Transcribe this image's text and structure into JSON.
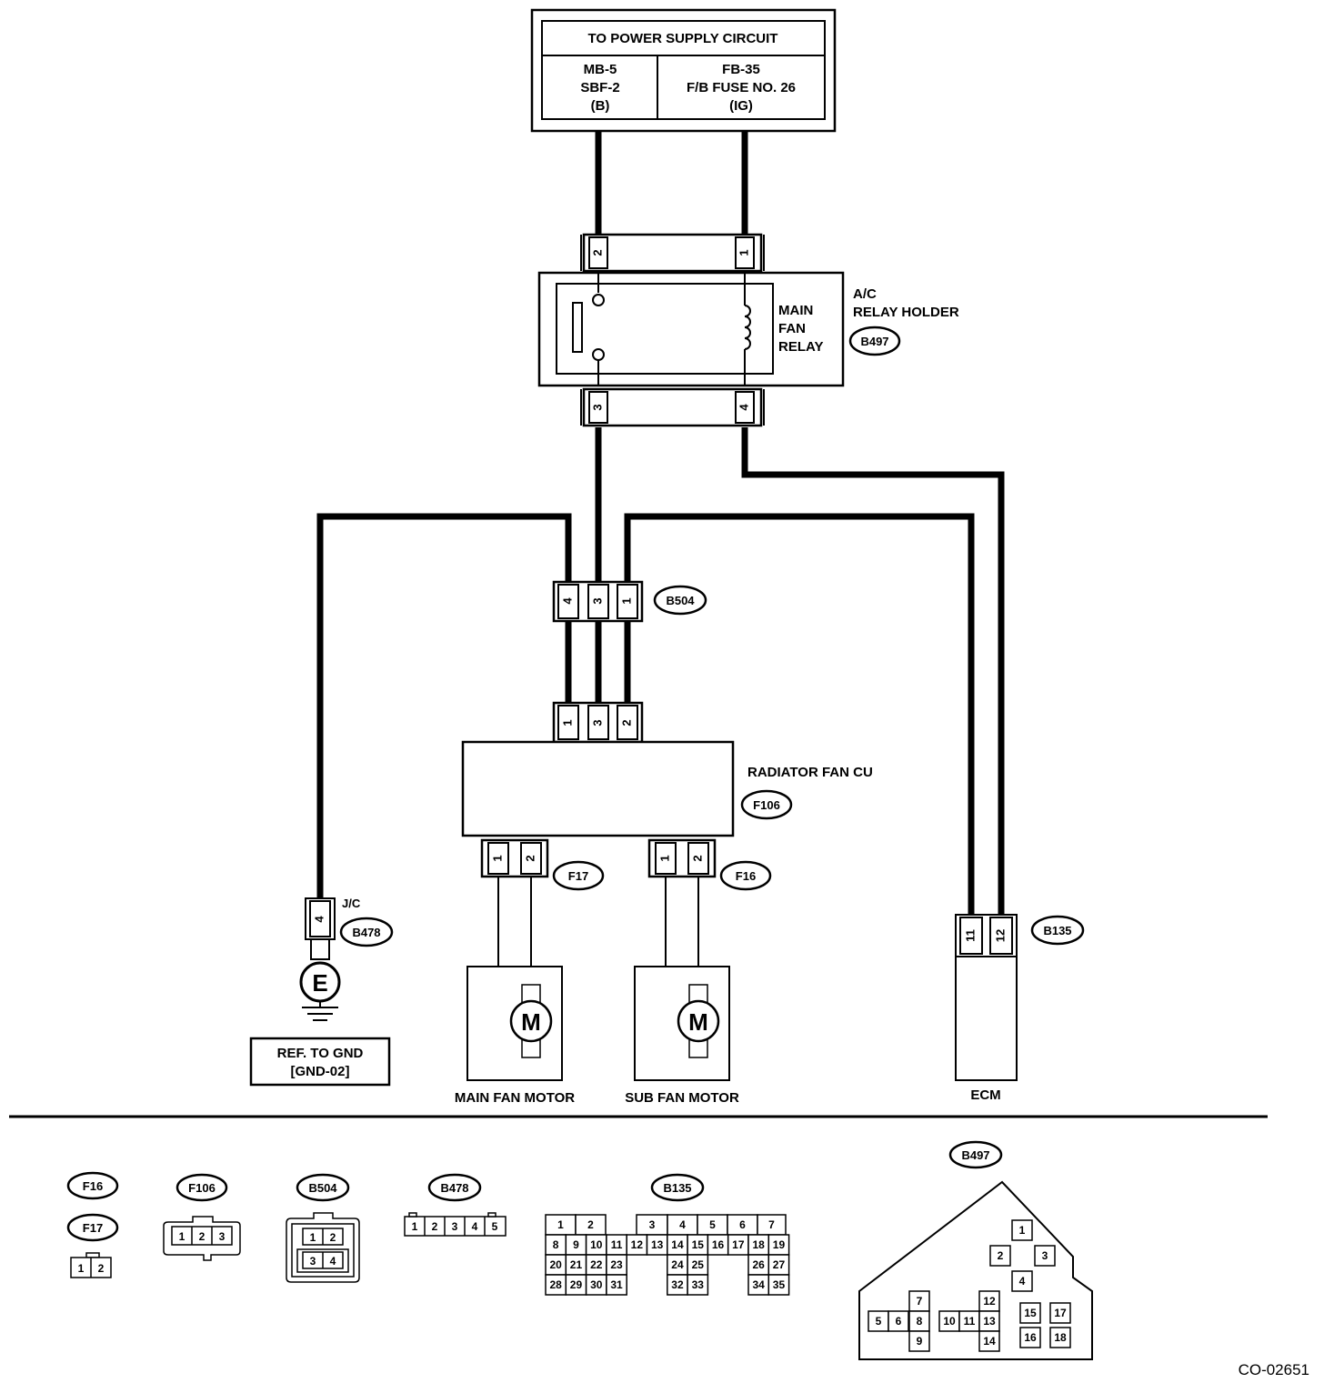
{
  "power_supply": {
    "title": "TO POWER SUPPLY CIRCUIT",
    "left": [
      "MB-5",
      "SBF-2",
      "(B)"
    ],
    "right": [
      "FB-35",
      "F/B FUSE NO. 26",
      "(IG)"
    ]
  },
  "relay": {
    "name": [
      "MAIN",
      "FAN",
      "RELAY"
    ],
    "holder": [
      "A/C",
      "RELAY HOLDER"
    ],
    "connector": "B497",
    "pins_top": [
      "2",
      "1"
    ],
    "pins_bottom": [
      "3",
      "4"
    ]
  },
  "b504": {
    "label": "B504",
    "pins": [
      "4",
      "3",
      "1"
    ]
  },
  "radiator_fan_cu": {
    "label": "RADIATOR FAN CU",
    "connector": "F106",
    "pins": [
      "1",
      "3",
      "2"
    ]
  },
  "f17": {
    "label": "F17",
    "pins": [
      "1",
      "2"
    ]
  },
  "f16": {
    "label": "F16",
    "pins": [
      "1",
      "2"
    ]
  },
  "jc": {
    "label": "J/C",
    "connector": "B478",
    "pin": "4"
  },
  "ground": {
    "symbol": "E",
    "ref": [
      "REF. TO GND",
      "[GND-02]"
    ]
  },
  "main_fan_motor": {
    "label": "MAIN FAN MOTOR",
    "symbol": "M"
  },
  "sub_fan_motor": {
    "label": "SUB FAN MOTOR",
    "symbol": "M"
  },
  "ecm": {
    "label": "ECM",
    "connector": "B135",
    "pins": [
      "11",
      "12"
    ]
  },
  "legend": {
    "f16": "F16",
    "f17": "F17",
    "f17_pins": [
      "1",
      "2"
    ],
    "f106": "F106",
    "f106_pins": [
      "1",
      "2",
      "3"
    ],
    "b504": "B504",
    "b504_pins": [
      "1",
      "2",
      "3",
      "4"
    ],
    "b478": "B478",
    "b478_pins": [
      "1",
      "2",
      "3",
      "4",
      "5"
    ],
    "b135": "B135",
    "b135_row1": [
      "1",
      "2",
      "",
      "3",
      "4",
      "5",
      "6",
      "7"
    ],
    "b135_row2": [
      "8",
      "9",
      "10",
      "11",
      "12",
      "13",
      "14",
      "15",
      "16",
      "17",
      "18",
      "19"
    ],
    "b135_row3": [
      "20",
      "21",
      "22",
      "23",
      "",
      "",
      "24",
      "25",
      "",
      "",
      "26",
      "27"
    ],
    "b135_row4": [
      "28",
      "29",
      "30",
      "31",
      "",
      "",
      "32",
      "33",
      "",
      "",
      "34",
      "35"
    ],
    "b497": "B497",
    "b497_pins": [
      "1",
      "2",
      "3",
      "4",
      "5",
      "6",
      "7",
      "8",
      "9",
      "10",
      "11",
      "12",
      "13",
      "14",
      "15",
      "16",
      "17",
      "18"
    ]
  },
  "figure_code": "CO-02651"
}
